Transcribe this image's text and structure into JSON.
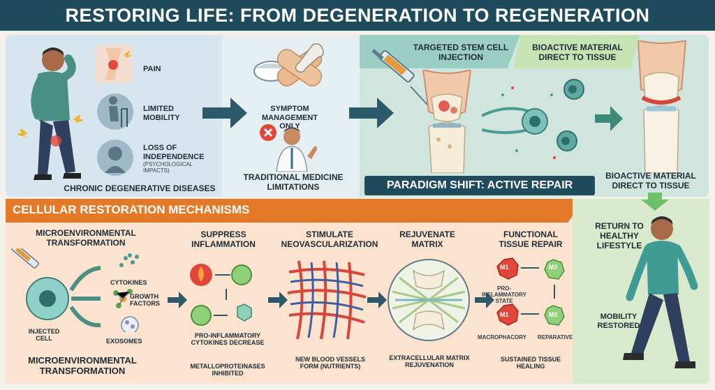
{
  "title": "RESTORING LIFE: FROM DEGENERATION TO REGENERATION",
  "top_left": {
    "pain": "PAIN",
    "limited_mobility": "LIMITED MOBILITY",
    "loss_of_independence": "LOSS OF INDEPENDENCE",
    "psychological": "(PSYCHOLOGICAL IMPACTS)",
    "caption": "CHRONIC DEGENERATIVE DISEASES"
  },
  "top_middle": {
    "symptom": "SYMPTOM MANAGEMENT ONLY",
    "caption": "TRADITIONAL MEDICINE LIMITATIONS"
  },
  "top_right": {
    "targeted": "TARGETED STEM CELL INJECTION",
    "bioactive_top": "BIOACTIVE MATERIAL DIRECT TO TISSUE",
    "paradigm": "PARADIGM SHIFT: ACTIVE REPAIR",
    "bioactive_bottom": "BIOACTIVE MATERIAL DIRECT TO TISSUE"
  },
  "mechanisms": {
    "title": "CELLULAR RESTORATION MECHANISMS",
    "micro_header": "MICROENVIRONMENTAL TRANSFORMATION",
    "cytokines": "CYTOKINES",
    "growth_factors": "GROWTH FACTORS",
    "exosomes": "EXOSOMES",
    "injected_cell": "INJECTED CELL",
    "micro_footer": "MICROENVIRONMENTAL TRANSFORMATION",
    "suppress_header": "SUPPRESS INFLAMMATION",
    "pro_inflam_decrease": "PRO-INFLAMMATORY CYTOKINES DECREASE",
    "metallo": "METALLOPROTEINASES INHIBITED",
    "stimulate_header": "STIMULATE NEOVASCULARIZATION",
    "new_vessels": "NEW BLOOD VESSELS FORM (NUTRIENTS)",
    "rejuvenate_header": "REJUVENATE MATRIX",
    "ecm": "EXTRACELLULAR MATRIX REJUVENATION",
    "functional_header": "FUNCTIONAL TISSUE REPAIR",
    "m1": "M1",
    "m2": "M2",
    "pro_inflam_state": "PRO-INFLAMMATORY STATE",
    "macrophacory": "MACROPHACORY",
    "reparative": "REPARATIVE",
    "sustained": "SUSTAINED TISSUE HEALING"
  },
  "outcome": {
    "return": "RETURN TO HEALTHY LIFESTYLE",
    "mobility": "MOBILITY RESTORED"
  },
  "colors": {
    "navy": "#1f4b5c",
    "orange": "#e47a28",
    "teal": "#4a9a95",
    "red": "#d8453a",
    "green": "#5aa84e"
  }
}
